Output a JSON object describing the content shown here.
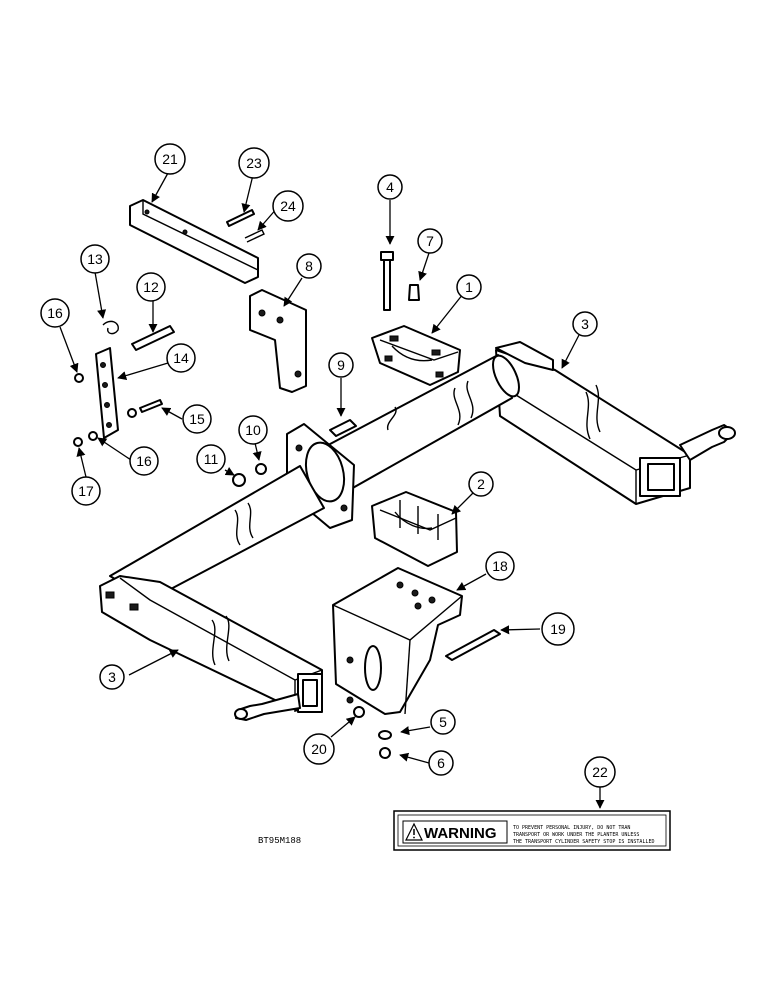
{
  "diagram": {
    "figure_code": "BT95M188",
    "warning_decal": {
      "word": "WARNING",
      "message_lines": [
        "TO PREVENT PERSONAL INJURY, DO NOT TRAN",
        "TRANSPORT OR WORK UNDER THE PLANTER UNLESS",
        "THE TRANSPORT CYLINDER SAFETY STOP IS INSTALLED"
      ]
    },
    "callouts": [
      "1",
      "2",
      "3",
      "3",
      "4",
      "5",
      "6",
      "7",
      "8",
      "9",
      "10",
      "11",
      "12",
      "13",
      "14",
      "15",
      "16",
      "16",
      "17",
      "18",
      "19",
      "20",
      "21",
      "22",
      "23",
      "24"
    ]
  }
}
